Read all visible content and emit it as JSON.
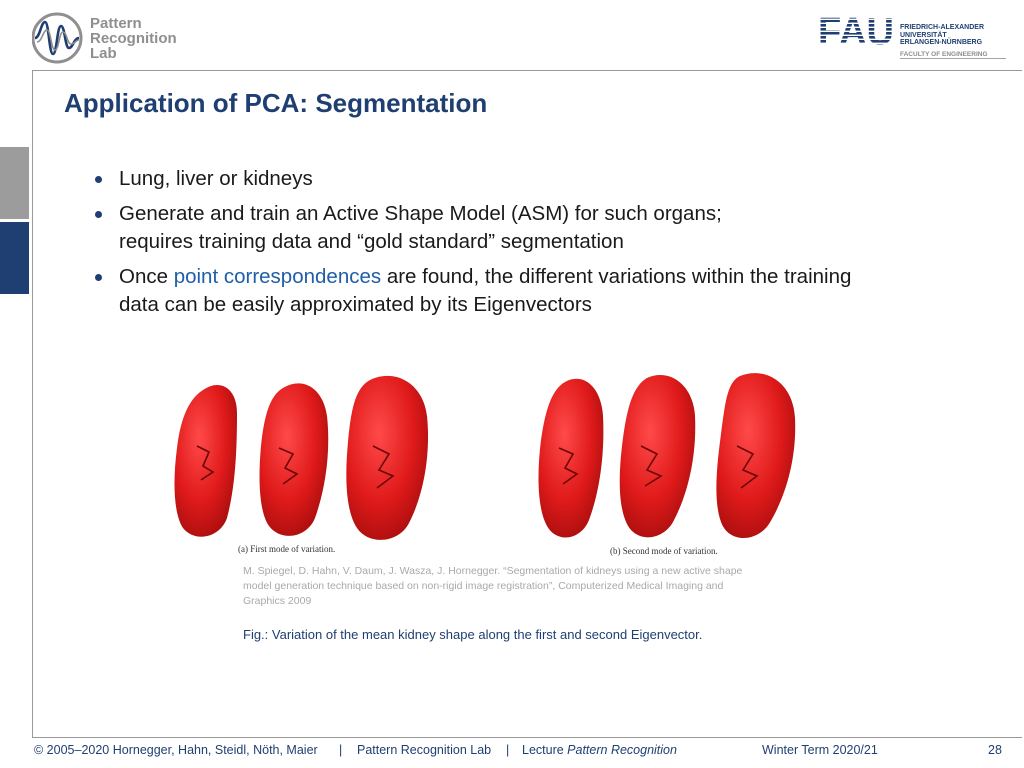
{
  "header": {
    "lab_logo_lines": [
      "Pattern",
      "Recognition",
      "Lab"
    ],
    "fau_logo": {
      "mark": "FAU",
      "lines": [
        "FRIEDRICH-ALEXANDER",
        "UNIVERSITÄT",
        "ERLANGEN-NÜRNBERG"
      ],
      "faculty": "FACULTY OF ENGINEERING",
      "color": "#1f3f72"
    }
  },
  "slide": {
    "title": "Application of PCA: Segmentation",
    "bullets": [
      {
        "lines": [
          "Lung, liver or kidneys"
        ]
      },
      {
        "lines": [
          "Generate and train an Active Shape Model (ASM) for such organs;",
          "requires training data and “gold standard” segmentation"
        ]
      },
      {
        "pre": "Once ",
        "highlight": "point correspondences",
        "post": " are found, the different variations within the training",
        "line2": "data can be easily approximated by its Eigenvectors"
      }
    ],
    "figure": {
      "subcaption_a": "(a) First mode of variation.",
      "subcaption_b": "(b) Second mode of variation.",
      "kidney_color": "#e01a1a",
      "reference_lines": [
        "M. Spiegel, D. Hahn, V. Daum, J. Wasza, J. Hornegger. “Segmentation of kidneys using a new active shape",
        "model generation technique based on non-rigid image registration”, Computerized Medical Imaging and",
        "Graphics 2009"
      ],
      "caption": "Fig.: Variation of the mean kidney shape along the first and second Eigenvector."
    }
  },
  "footer": {
    "copyright": "© 2005–2020 Hornegger, Hahn, Steidl, Nöth, Maier",
    "sep": "|",
    "lab": "Pattern Recognition Lab",
    "lecture_prefix": "Lecture ",
    "lecture_name": "Pattern Recognition",
    "term": "Winter Term 2020/21",
    "page": "28"
  },
  "colors": {
    "accent": "#1f3f72",
    "highlight": "#1f5ea8",
    "side_gray": "#9c9c9c"
  }
}
